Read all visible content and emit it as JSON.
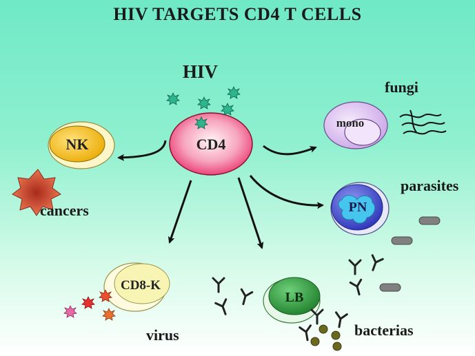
{
  "title": "HIV TARGETS CD4 T CELLS",
  "labels": {
    "hiv": "HIV",
    "fungi": "fungi",
    "parasites": "parasites",
    "cancers": "cancers",
    "virus": "virus",
    "bacterias": "bacterias"
  },
  "cells": {
    "cd4": "CD4",
    "nk": "NK",
    "mono": "mono",
    "pn": "PN",
    "cd8k": "CD8-K",
    "lb": "LB"
  },
  "colors": {
    "cd4": "#e8306a",
    "nk": "#f2b705",
    "mono": "#e2c6f2",
    "pn": "#3f4bd1",
    "pn_inner": "#46c6ee",
    "cd8k": "#f8f4b4",
    "lb": "#2e9e40",
    "virus_particle": "#2fb58e",
    "cancer": "#e0573a",
    "bacteria": "#6a6a1e",
    "parasite": "#808080"
  }
}
